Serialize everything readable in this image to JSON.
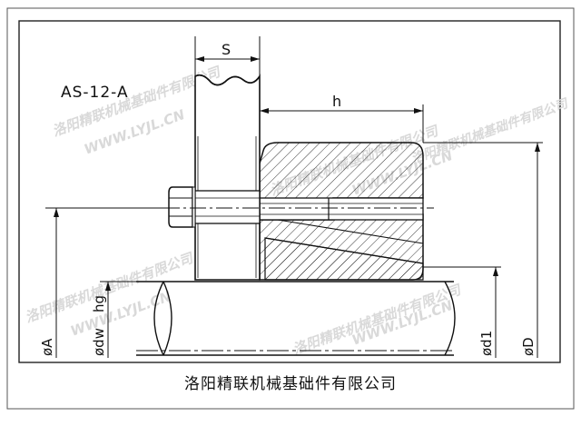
{
  "drawing": {
    "model_code": "AS-12-A",
    "dimensions": {
      "s": "S",
      "h": "h",
      "dw": "ødw",
      "a": "øA",
      "hg": "hg",
      "d1": "ød1",
      "d": "øD"
    }
  },
  "company_name": "洛阳精联机械基础件有限公司",
  "watermark": {
    "company": "洛阳精联机械基础件有限公司",
    "url": "WWW.LYJL.CN"
  },
  "colors": {
    "line": "#111111",
    "watermark": "#d9d9d9",
    "background": "#ffffff"
  }
}
